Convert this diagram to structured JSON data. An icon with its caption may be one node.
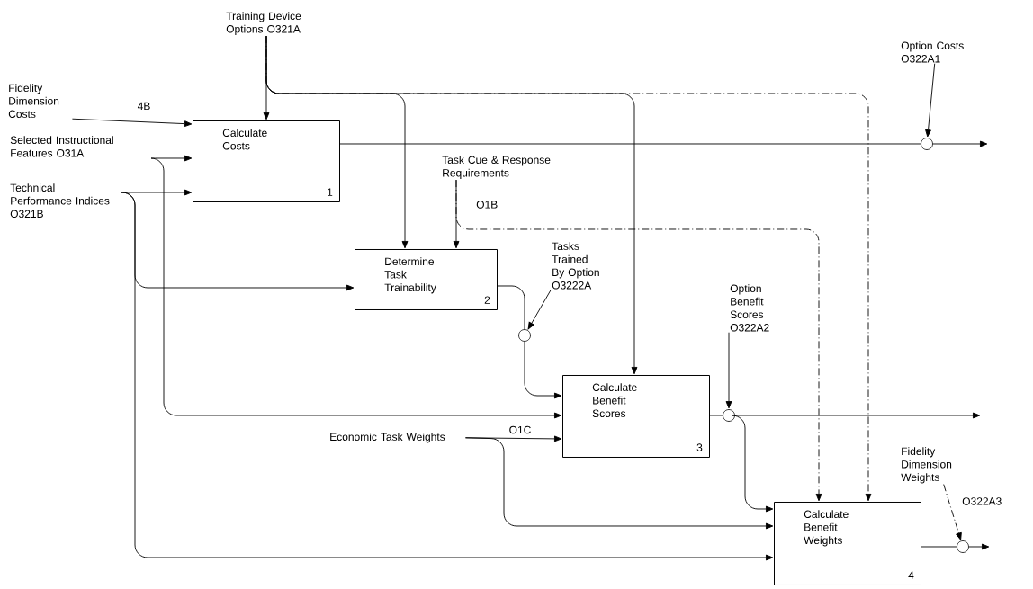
{
  "diagram": {
    "nodes": [
      {
        "text": [
          "Calculate Costs",
          "1"
        ]
      },
      {
        "text": [
          "Determine Task Trainability",
          "2"
        ]
      },
      {
        "text": [
          "Calculate Benefit Scores",
          "3"
        ]
      },
      {
        "text": [
          "Calculate Benefit Weights",
          "4"
        ]
      },
      {
        "text": [
          "Fidelity Dimension Costs"
        ]
      },
      {
        "text": [
          "Selected Instructional Features O31A"
        ]
      },
      {
        "text": [
          "Technical Performance Indices O321B"
        ]
      },
      {
        "text": [
          "Training Device Options O321A"
        ]
      },
      {
        "text": [
          "Task Cue & Response Requirements",
          "O1B"
        ]
      },
      {
        "text": [
          "Economic Task Weights"
        ]
      },
      {
        "text": [
          "Option Costs O322A1"
        ]
      },
      {
        "text": [
          "Tasks Trained By Option O3222A"
        ]
      },
      {
        "text": [
          "Option Benefit Scores O322A2"
        ]
      },
      {
        "text": [
          "Fidelity Dimension Weights",
          "O322A3"
        ]
      },
      {
        "text": [],
        "shape": "circle"
      },
      {
        "text": [],
        "shape": "circle"
      },
      {
        "text": [],
        "shape": "circle"
      },
      {
        "text": [],
        "shape": "circle"
      }
    ],
    "edges": [
      {
        "from": 4,
        "to": 0,
        "arrow": "to",
        "label": "4B"
      },
      {
        "from": 5,
        "to": 0,
        "arrow": "to"
      },
      {
        "from": 5,
        "to": 2,
        "arrow": "to"
      },
      {
        "from": 6,
        "to": 0,
        "arrow": "to"
      },
      {
        "from": 6,
        "to": 1,
        "arrow": "to"
      },
      {
        "from": 6,
        "to": 3,
        "arrow": "to"
      },
      {
        "from": 7,
        "to": 0,
        "arrow": "to"
      },
      {
        "from": 7,
        "to": 1,
        "arrow": "to"
      },
      {
        "from": 7,
        "to": 2,
        "arrow": "to"
      },
      {
        "from": 7,
        "to": 3,
        "arrow": "to",
        "style": "dashed"
      },
      {
        "from": 8,
        "to": 1,
        "arrow": "to"
      },
      {
        "from": 8,
        "to": 3,
        "arrow": "to",
        "style": "dashed"
      },
      {
        "from": 9,
        "to": 2,
        "arrow": "to",
        "label": "O1C"
      },
      {
        "from": 9,
        "to": 3,
        "arrow": "to"
      },
      {
        "from": 0,
        "to": 16,
        "arrow": "none"
      },
      {
        "from": 1,
        "to": 14,
        "arrow": "none"
      },
      {
        "from": 2,
        "to": 15,
        "arrow": "none"
      },
      {
        "from": 15,
        "to": 3,
        "arrow": "to"
      },
      {
        "from": 3,
        "to": 17,
        "arrow": "none"
      },
      {
        "from": 10,
        "to": 16,
        "arrow": "to"
      },
      {
        "from": 11,
        "to": 14,
        "arrow": "to"
      },
      {
        "from": 12,
        "to": 15,
        "arrow": "to"
      },
      {
        "from": 13,
        "to": 17,
        "arrow": "to",
        "style": "dashed"
      },
      {
        "from": 16,
        "to": null,
        "arrow": "to"
      },
      {
        "from": 14,
        "to": 2,
        "arrow": "to"
      },
      {
        "from": 15,
        "to": null,
        "arrow": "to"
      },
      {
        "from": 17,
        "to": null,
        "arrow": "to"
      }
    ]
  }
}
